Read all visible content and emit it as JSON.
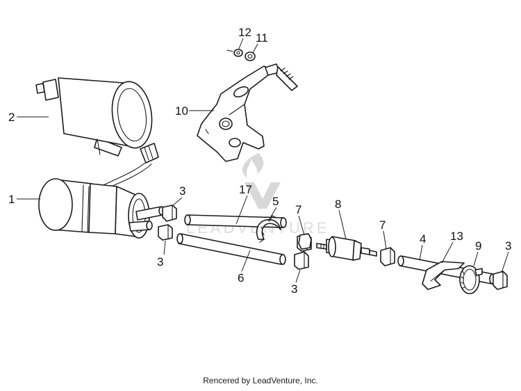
{
  "callouts": {
    "c1": "1",
    "c2": "2",
    "c3a": "3",
    "c3b": "3",
    "c3c": "3",
    "c3d": "3",
    "c4": "4",
    "c5": "5",
    "c6": "6",
    "c7a": "7",
    "c7b": "7",
    "c8": "8",
    "c9": "9",
    "c10": "10",
    "c11": "11",
    "c12": "12",
    "c13": "13",
    "c17": "17"
  },
  "watermark": "LEADVENTURE",
  "footer": "Rencered by LeadVenture, Inc."
}
